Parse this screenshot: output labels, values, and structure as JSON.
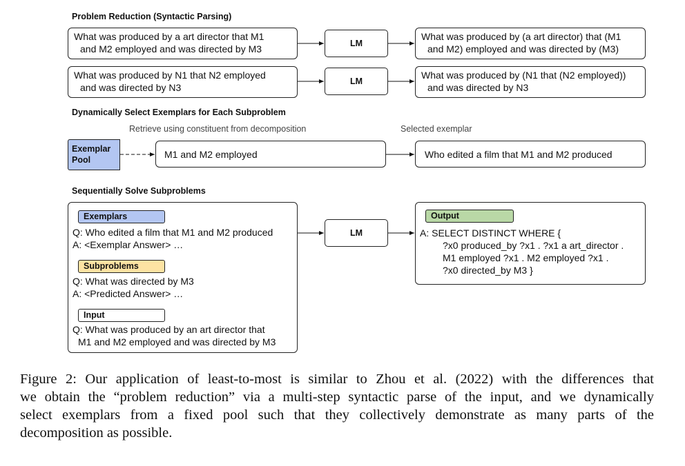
{
  "sections": {
    "reduction_title": "Problem Reduction (Syntactic Parsing)",
    "select_title": "Dynamically Select Exemplars for Each Subproblem",
    "solve_title": "Sequentially Solve Subproblems"
  },
  "reduction": {
    "row1_input": [
      "What was produced by a art director that M1",
      "and M2 employed and was directed by M3"
    ],
    "row1_output": [
      "What was produced by (a art director) that (M1",
      "and M2) employed and was directed by (M3)"
    ],
    "row2_input": [
      "What was produced by N1 that N2 employed",
      "and was directed by N3"
    ],
    "row2_output": [
      "What was produced by (N1 that (N2 employed))",
      "and was directed by N3"
    ],
    "lm_label": "LM"
  },
  "selection": {
    "retrieve_note": "Retrieve using constituent from decomposition",
    "selected_note": "Selected exemplar",
    "pool_label": [
      "Exemplar",
      "Pool"
    ],
    "constituent": "M1 and M2 employed",
    "exemplar": "Who edited a film that M1 and M2 produced"
  },
  "solve": {
    "exemplars_tag": "Exemplars",
    "exemplar_q": "Q: Who edited a film that M1 and M2 produced",
    "exemplar_a": "A: <Exemplar Answer> …",
    "subproblems_tag": "Subproblems",
    "sub_q": "Q: What was directed by M3",
    "sub_a": "A: <Predicted Answer> …",
    "input_tag": "Input",
    "input_q": [
      "Q: What was produced by an art director that",
      "M1 and M2 employed and was directed by M3"
    ],
    "lm_label": "LM",
    "output_tag": "Output",
    "output_lines": [
      "A: SELECT DISTINCT WHERE {",
      "?x0 produced_by ?x1 . ?x1 a art_director .",
      "M1 employed ?x1 . M2 employed ?x1 .",
      "?x0 directed_by M3 }"
    ]
  },
  "colors": {
    "pool_fill": "#b3c6f2",
    "exemplars_tag_fill": "#b3c6f2",
    "subproblems_tag_fill": "#fde3a3",
    "output_tag_fill": "#b9d8a6"
  },
  "caption": [
    "Figure 2: Our application of least-to-most is similar to Zhou et al. (2022) with the differences that",
    "we obtain the “problem reduction” via a multi-step syntactic parse of the input, and we dynamically",
    "select exemplars from a fixed pool such that they collectively demonstrate as many parts of the",
    "decomposition as possible."
  ]
}
